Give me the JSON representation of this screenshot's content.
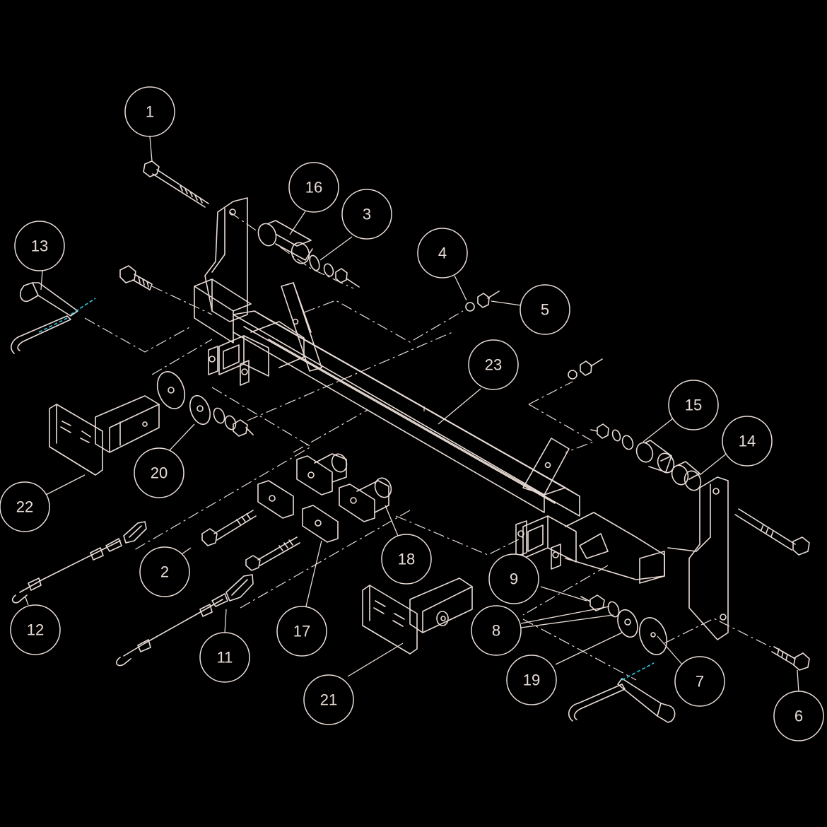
{
  "diagram": {
    "line_color": "#e9dcd6",
    "accent_color": "#2ec9e6",
    "background": "#000000",
    "callouts": [
      {
        "label": "1"
      },
      {
        "label": "16"
      },
      {
        "label": "3"
      },
      {
        "label": "13"
      },
      {
        "label": "4"
      },
      {
        "label": "5"
      },
      {
        "label": "23"
      },
      {
        "label": "15"
      },
      {
        "label": "14"
      },
      {
        "label": "20"
      },
      {
        "label": "22"
      },
      {
        "label": "2"
      },
      {
        "label": "18"
      },
      {
        "label": "9"
      },
      {
        "label": "8"
      },
      {
        "label": "12"
      },
      {
        "label": "17"
      },
      {
        "label": "11"
      },
      {
        "label": "19"
      },
      {
        "label": "7"
      },
      {
        "label": "21"
      },
      {
        "label": "6"
      }
    ]
  }
}
